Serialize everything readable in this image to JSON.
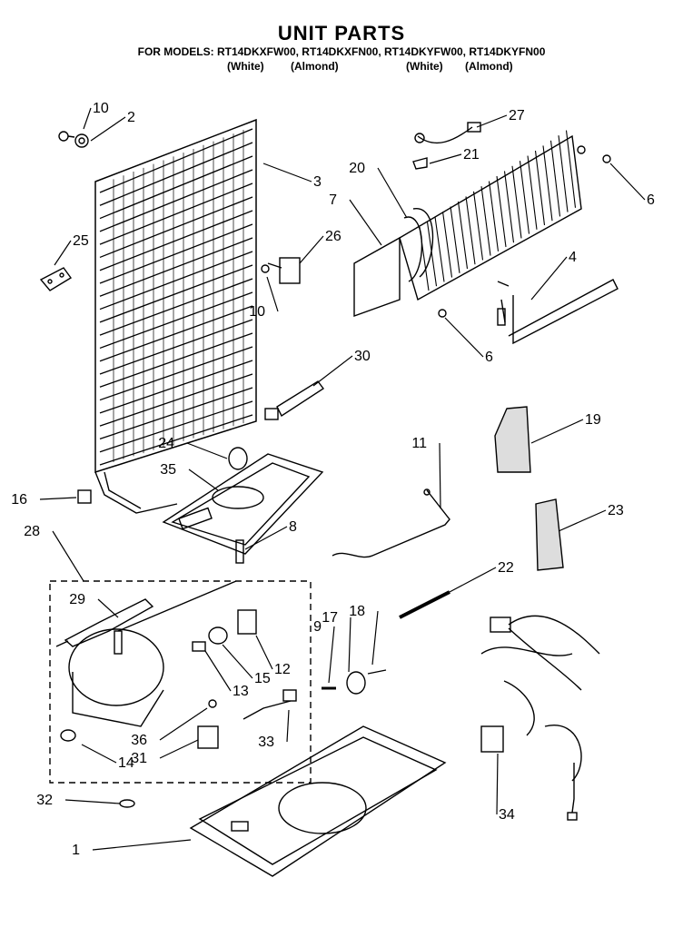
{
  "header": {
    "title": "UNIT PARTS",
    "models_line": "FOR MODELS: RT14DKXFW00, RT14DKXFN00, RT14DKYFW00, RT14DKYFN00",
    "colors": [
      "(White)",
      "(Almond)",
      "(White)",
      "(Almond)"
    ]
  },
  "callouts": [
    "10",
    "2",
    "3",
    "25",
    "26",
    "10",
    "27",
    "21",
    "20",
    "7",
    "6",
    "4",
    "6",
    "30",
    "19",
    "24",
    "35",
    "11",
    "16",
    "8",
    "23",
    "28",
    "22",
    "29",
    "9",
    "17",
    "18",
    "12",
    "13",
    "15",
    "36",
    "31",
    "33",
    "14",
    "32",
    "34",
    "1"
  ]
}
